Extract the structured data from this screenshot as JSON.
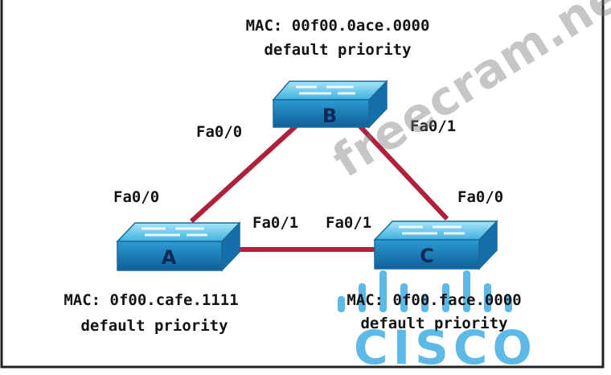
{
  "switches": {
    "b": {
      "letter": "B",
      "mac": "MAC: 00f00.0ace.0000",
      "priority": "default priority"
    },
    "a": {
      "letter": "A",
      "mac": "MAC: 0f00.cafe.1111",
      "priority": "default priority"
    },
    "c": {
      "letter": "C",
      "mac": "MAC: 0f00.face.0000",
      "priority": "default priority"
    }
  },
  "ports": {
    "b_to_a": "Fa0/0",
    "b_to_c": "Fa0/1",
    "a_to_b": "Fa0/0",
    "a_to_c": "Fa0/1",
    "c_to_a": "Fa0/1",
    "c_to_b": "Fa0/0"
  },
  "watermark": "freecram.net",
  "logo": {
    "text": "CISCO"
  },
  "colors": {
    "link": "#b0203a",
    "switch_top": "#5ec3e8",
    "switch_side": "#1f86c2",
    "frame": "#222222"
  }
}
